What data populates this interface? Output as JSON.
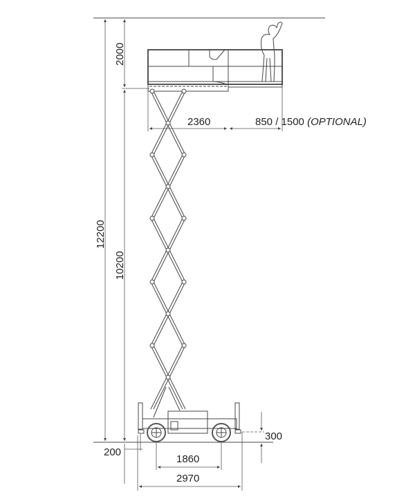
{
  "diagram": {
    "title": "Scissor lift dimensions",
    "dimensions": {
      "max_working_height": "12200",
      "working_clearance": "2000",
      "platform_height": "10200",
      "platform_length": "2360",
      "extension": "850 / 1500",
      "extension_note": "(OPTIONAL)",
      "ground_clearance_step": "200",
      "chassis_height": "300",
      "wheelbase": "1860",
      "overall_length": "2970"
    }
  }
}
